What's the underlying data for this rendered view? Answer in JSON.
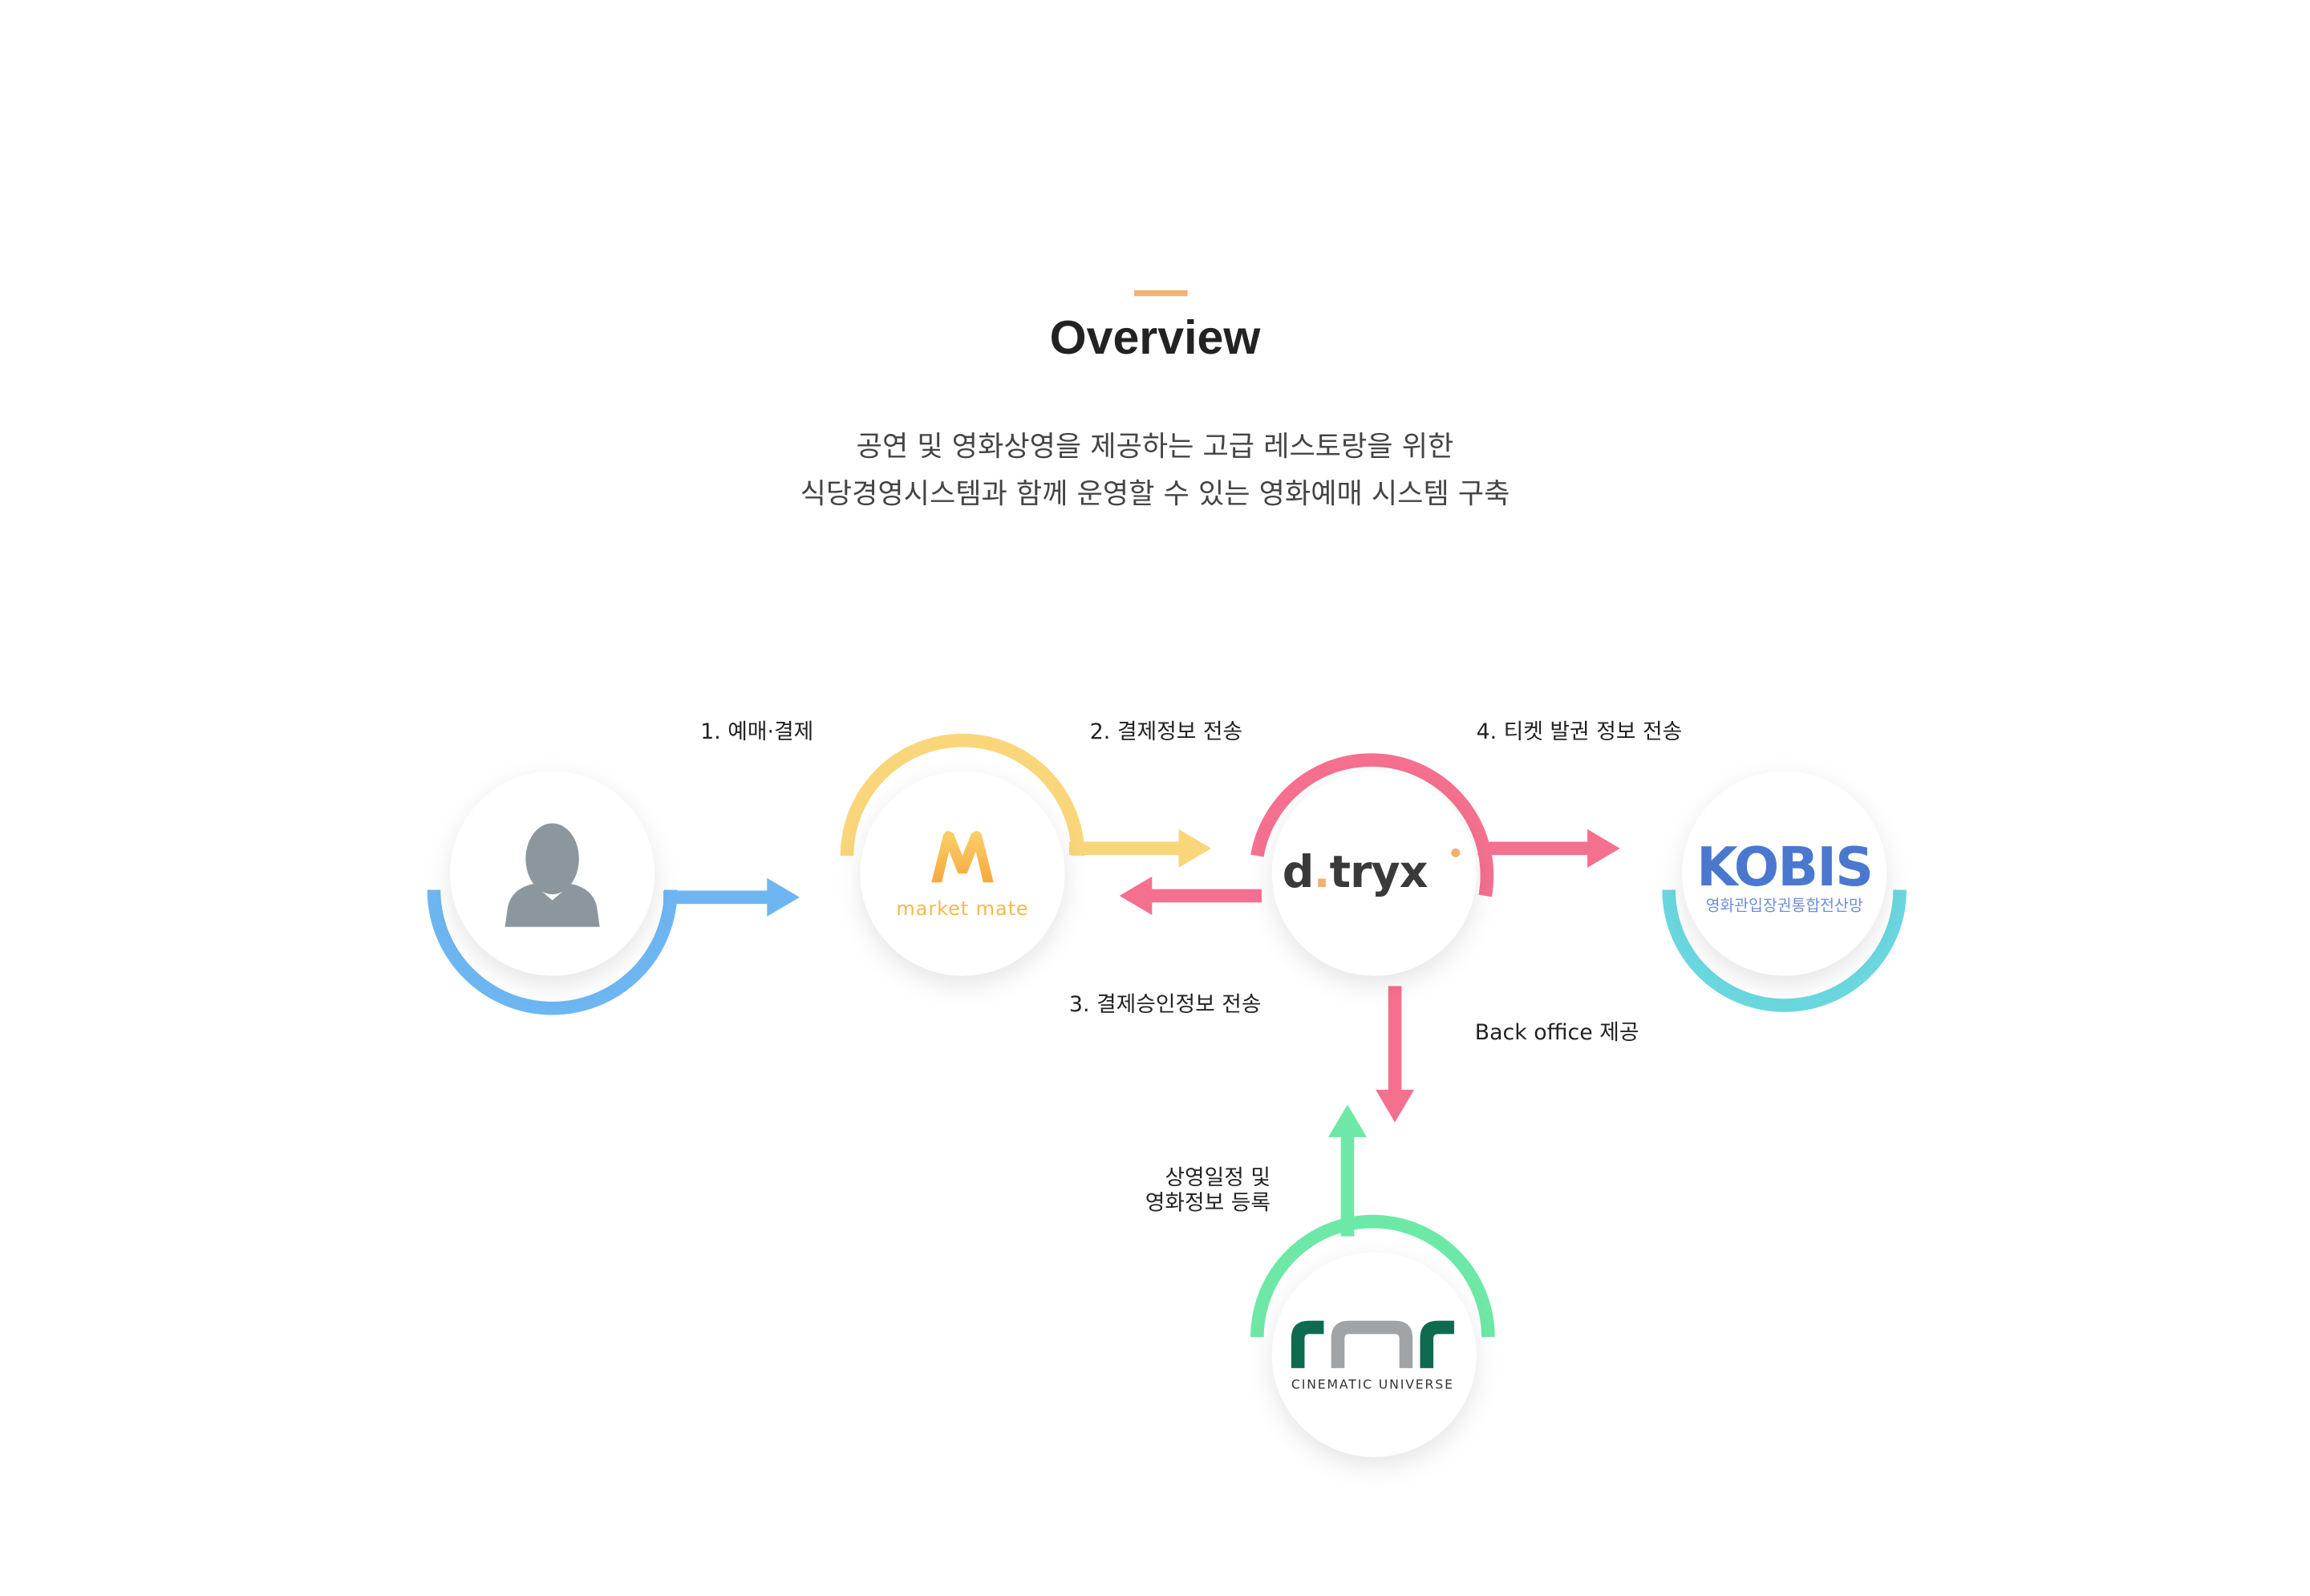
{
  "header": {
    "title": "Overview",
    "description_lines": [
      "공연 및 영화상영을 제공하는 고급 레스토랑을 위한",
      "식당경영시스템과 함께 운영할 수 있는 영화예매 시스템 구축"
    ]
  },
  "colors": {
    "accent": "#F0B26E",
    "user": "#6DB6F2",
    "marketmate": "#FAD67A",
    "dtryx": "#F5708F",
    "kobis": "#6AD7DF",
    "rnr": "#6EE8A6"
  },
  "nodes": {
    "user": {
      "icon": "user-silhouette-icon"
    },
    "marketmate": {
      "logo_mark": "M",
      "logo_text": "market mate"
    },
    "dtryx": {
      "logo_text": "d.tryx"
    },
    "kobis": {
      "logo_text": "KOBIS",
      "logo_sub": "영화관입장권통합전산망"
    },
    "rnr": {
      "logo_mark": "rnr",
      "logo_sub": "CINEMATIC UNIVERSE"
    }
  },
  "flows": {
    "booking_payment": "1. 예매·결제",
    "payment_info_send": "2. 결제정보 전송",
    "payment_approval_send": "3. 결제승인정보 전송",
    "ticket_issue_send": "4. 티켓 발권 정보 전송",
    "back_office": "Back office 제공",
    "schedule_line1": "상영일정 및",
    "schedule_line2": "영화정보 등록"
  }
}
